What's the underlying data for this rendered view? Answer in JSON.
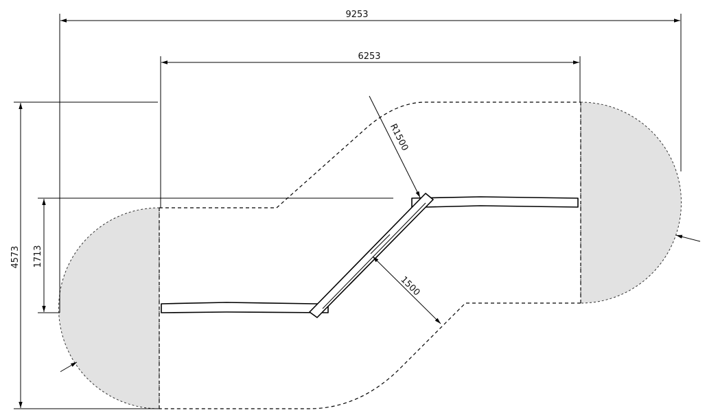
{
  "dimensions": {
    "overall_width": "9253",
    "inner_width": "6253",
    "overall_height": "4573",
    "offset_height": "1713",
    "radius": "R1500",
    "clearance": "1500"
  }
}
